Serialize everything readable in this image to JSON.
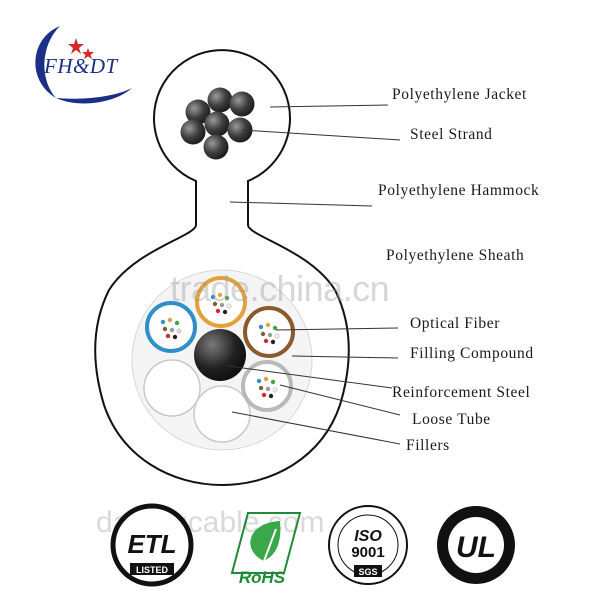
{
  "brand": {
    "logo_text": "FH&DT",
    "colors": {
      "blue": "#1c2f86",
      "red": "#d62a2a"
    }
  },
  "labels": {
    "polyethylene_jacket": "Polyethylene Jacket",
    "steel_strand": "Steel Strand",
    "polyethylene_hammock": "Polyethylene Hammock",
    "polyethylene_sheath": "Polyethylene Sheath",
    "optical_fiber": "Optical Fiber",
    "filling_compound": "Filling Compound",
    "reinforcement_steel": "Reinforcement Steel",
    "loose_tube": "Loose Tube",
    "fillers": "Fillers"
  },
  "watermarks": {
    "main": "trade.china.cn",
    "bottom": "datangcable.com"
  },
  "certifications": {
    "etl": {
      "main": "ETL",
      "sub": "LISTED"
    },
    "rohs": {
      "text": "RoHS"
    },
    "iso": {
      "main": "ISO",
      "number": "9001",
      "sub": "SGS"
    },
    "ul": {
      "text": "UL"
    }
  },
  "tube_colors": {
    "blue": "#2f8fc8",
    "orange": "#e2a23b",
    "brown": "#8a5a2b",
    "gray": "#b9b9b9"
  }
}
